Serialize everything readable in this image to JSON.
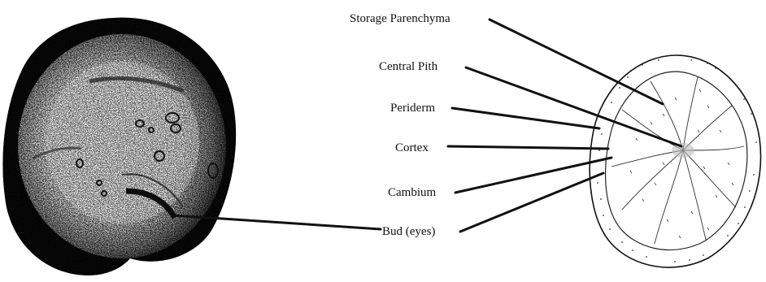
{
  "labels": {
    "storage_parenchyma": "Storage Parenchyma",
    "central_pith": "Central Pith",
    "periderm": "Periderm",
    "cortex": "Cortex",
    "cambium": "Cambium",
    "bud": "Bud (eyes)"
  },
  "colors": {
    "ink": "#111111",
    "background": "#ffffff"
  }
}
